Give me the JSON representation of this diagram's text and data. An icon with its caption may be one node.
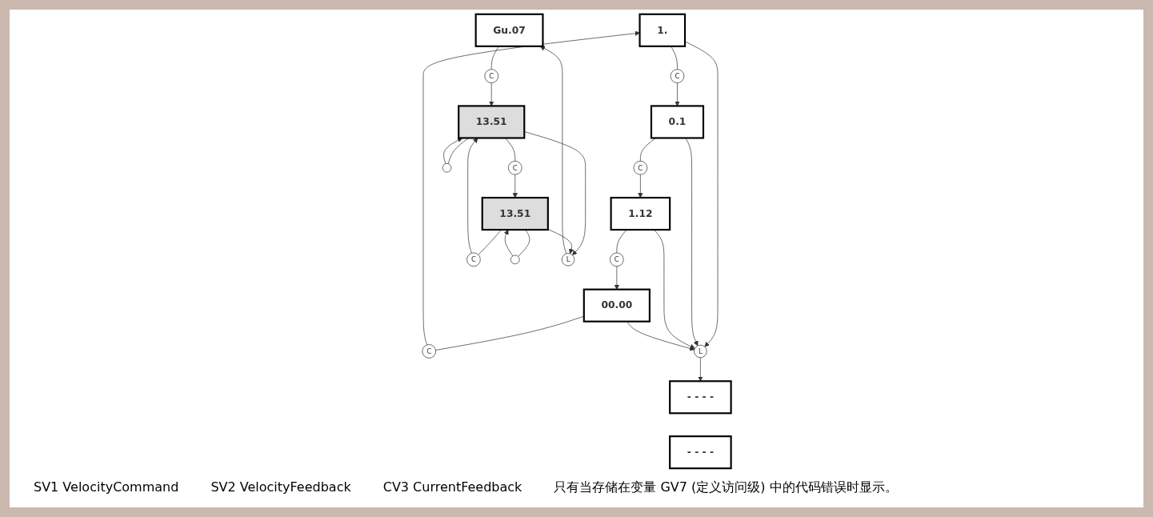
{
  "diagram": {
    "nodes": [
      {
        "text": [
          "1."
        ]
      },
      {
        "text": [
          "C"
        ]
      },
      {
        "text": [
          "0.1"
        ]
      },
      {
        "text": [
          "C"
        ]
      },
      {
        "text": [
          "1.12"
        ]
      },
      {
        "text": [
          "C"
        ]
      },
      {
        "text": [
          "00.00"
        ]
      },
      {
        "text": [
          "C"
        ]
      },
      {
        "text": [
          "L"
        ]
      },
      {
        "text": [
          "- - - -"
        ]
      },
      {
        "text": [
          "Gu.07"
        ]
      },
      {
        "text": [
          "C"
        ]
      },
      {
        "text": [
          "13.51"
        ]
      },
      {
        "text": [],
        "shape": "circle"
      },
      {
        "text": [
          "C"
        ]
      },
      {
        "text": [
          "C"
        ]
      },
      {
        "text": [
          "13.51"
        ]
      },
      {
        "text": [],
        "shape": "circle"
      },
      {
        "text": [
          "L"
        ]
      },
      {
        "text": [
          "- - - -"
        ]
      }
    ],
    "labels": [
      "SV1 VelocityCommand",
      "SV2 VelocityFeedback",
      "CV3 CurrentFeedback",
      "只有当存储在变量 GV7 (定义访问级) 中的代码错误时显示。"
    ],
    "edges": [
      {
        "from": 0,
        "to": 1,
        "arrow": "none"
      },
      {
        "from": 1,
        "to": 2,
        "arrow": "to"
      },
      {
        "from": 2,
        "to": 3,
        "arrow": "none"
      },
      {
        "from": 3,
        "to": 4,
        "arrow": "to"
      },
      {
        "from": 4,
        "to": 5,
        "arrow": "none"
      },
      {
        "from": 5,
        "to": 6,
        "arrow": "to"
      },
      {
        "from": 6,
        "to": 7,
        "arrow": "none"
      },
      {
        "from": 7,
        "to": 0,
        "arrow": "to"
      },
      {
        "from": 0,
        "to": 8,
        "arrow": "to"
      },
      {
        "from": 2,
        "to": 8,
        "arrow": "to"
      },
      {
        "from": 4,
        "to": 8,
        "arrow": "to"
      },
      {
        "from": 6,
        "to": 8,
        "arrow": "to"
      },
      {
        "from": 8,
        "to": 9,
        "arrow": "to"
      },
      {
        "from": 10,
        "to": 11,
        "arrow": "none"
      },
      {
        "from": 11,
        "to": 12,
        "arrow": "to"
      },
      {
        "from": 12,
        "to": 13,
        "arrow": "none"
      },
      {
        "from": 13,
        "to": 12,
        "arrow": "to"
      },
      {
        "from": 12,
        "to": 14,
        "arrow": "none"
      },
      {
        "from": 14,
        "to": 16,
        "arrow": "to"
      },
      {
        "from": 16,
        "to": 15,
        "arrow": "none"
      },
      {
        "from": 15,
        "to": 12,
        "arrow": "to"
      },
      {
        "from": 16,
        "to": 17,
        "arrow": "none"
      },
      {
        "from": 17,
        "to": 16,
        "arrow": "to"
      },
      {
        "from": 12,
        "to": 18,
        "arrow": "to"
      },
      {
        "from": 16,
        "to": 18,
        "arrow": "to"
      },
      {
        "from": 18,
        "to": 10,
        "arrow": "to"
      }
    ]
  }
}
